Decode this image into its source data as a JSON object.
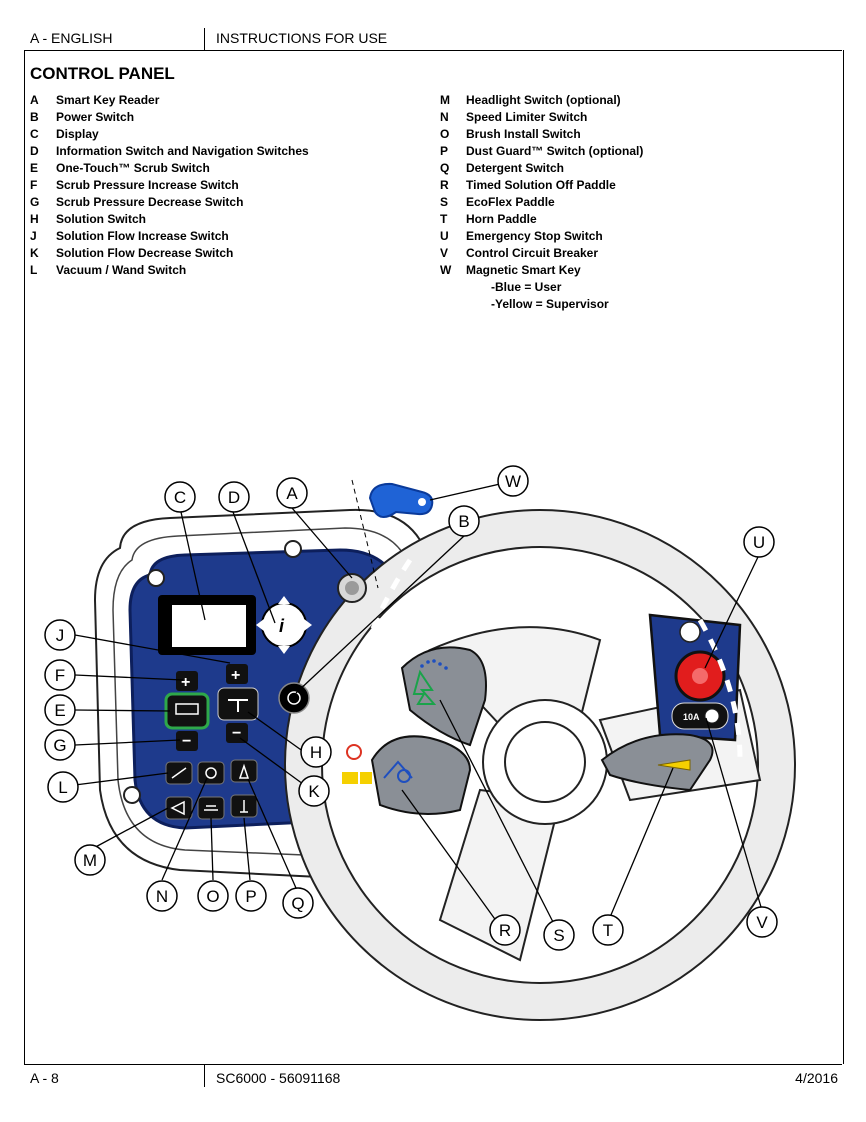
{
  "header": {
    "section": "A - ENGLISH",
    "doc_title": "INSTRUCTIONS FOR USE"
  },
  "page_title": "CONTROL PANEL",
  "legend_left": [
    {
      "key": "A",
      "label": "Smart Key Reader"
    },
    {
      "key": "B",
      "label": "Power Switch"
    },
    {
      "key": "C",
      "label": "Display"
    },
    {
      "key": "D",
      "label": "Information Switch and Navigation Switches"
    },
    {
      "key": "E",
      "label": "One-Touch™ Scrub Switch"
    },
    {
      "key": "F",
      "label": "Scrub Pressure Increase Switch"
    },
    {
      "key": "G",
      "label": "Scrub Pressure Decrease Switch"
    },
    {
      "key": "H",
      "label": "Solution Switch"
    },
    {
      "key": "J",
      "label": "Solution Flow Increase Switch"
    },
    {
      "key": "K",
      "label": "Solution Flow Decrease Switch"
    },
    {
      "key": "L",
      "label": "Vacuum / Wand Switch"
    }
  ],
  "legend_right": [
    {
      "key": "M",
      "label": "Headlight Switch (optional)"
    },
    {
      "key": "N",
      "label": "Speed Limiter Switch"
    },
    {
      "key": "O",
      "label": "Brush Install Switch"
    },
    {
      "key": "P",
      "label": "Dust Guard™ Switch (optional)"
    },
    {
      "key": "Q",
      "label": "Detergent Switch"
    },
    {
      "key": "R",
      "label": "Timed Solution Off Paddle"
    },
    {
      "key": "S",
      "label": "EcoFlex Paddle"
    },
    {
      "key": "T",
      "label": "Horn Paddle"
    },
    {
      "key": "U",
      "label": "Emergency Stop Switch"
    },
    {
      "key": "V",
      "label": "Control Circuit Breaker"
    },
    {
      "key": "W",
      "label": "Magnetic Smart Key"
    }
  ],
  "legend_sub": [
    "-Blue = User",
    "-Yellow = Supervisor"
  ],
  "diagram": {
    "callouts": [
      "A",
      "B",
      "C",
      "D",
      "E",
      "F",
      "G",
      "H",
      "J",
      "K",
      "L",
      "M",
      "N",
      "O",
      "P",
      "Q",
      "R",
      "S",
      "T",
      "U",
      "V",
      "W"
    ],
    "breaker_rating": "10A",
    "colors": {
      "panel": "#1e3a8c",
      "panel_edge": "#0d1f5c",
      "key": "#1f63d6",
      "estop": "#e11d1d",
      "paddle": "#8a8f96",
      "scrub_ring": "#2ea84a"
    }
  },
  "footer": {
    "section_page": "A - 8",
    "model": "SC6000 - 56091168",
    "date": "4/2016"
  }
}
